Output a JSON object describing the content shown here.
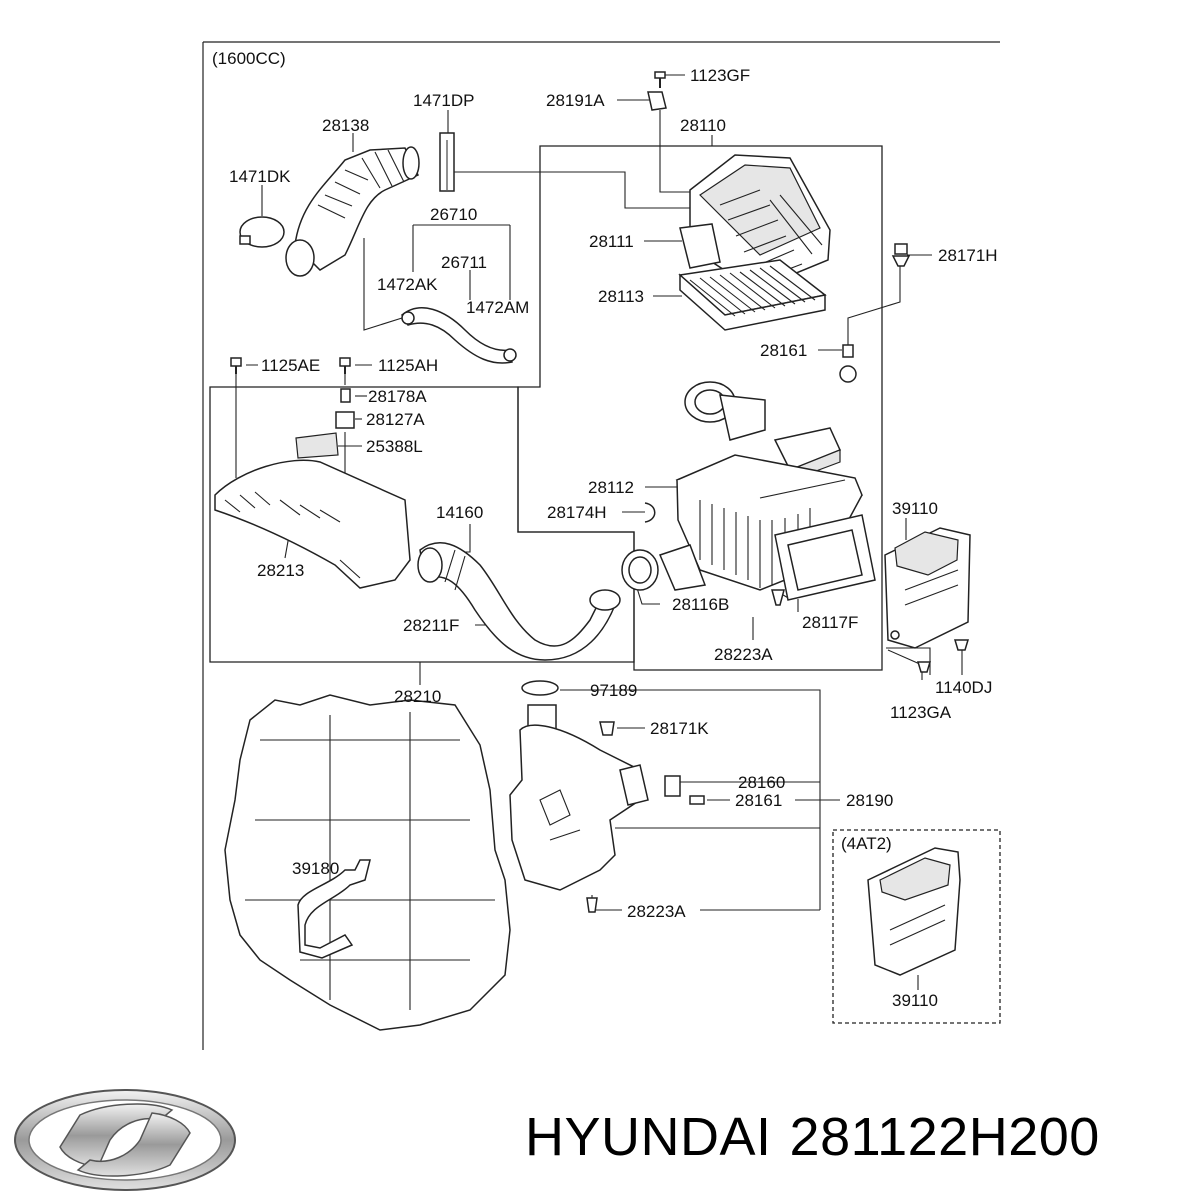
{
  "diagram": {
    "variant_label": "(1600CC)",
    "inset_label": "(4AT2)",
    "callouts": {
      "p1123GF": "1123GF",
      "p28191A": "28191A",
      "p1471DP": "1471DP",
      "p28138": "28138",
      "p28110": "28110",
      "p1471DK": "1471DK",
      "p26710": "26710",
      "p28111": "28111",
      "p28171H": "28171H",
      "p26711": "26711",
      "p1472AK": "1472AK",
      "p28113": "28113",
      "p1472AM": "1472AM",
      "p28161a": "28161",
      "p1125AE": "1125AE",
      "p1125AH": "1125AH",
      "p28178A": "28178A",
      "p28127A": "28127A",
      "p25388L": "25388L",
      "p28112": "28112",
      "p39110a": "39110",
      "p28174H": "28174H",
      "p14160": "14160",
      "p28213": "28213",
      "p28116B": "28116B",
      "p28211F": "28211F",
      "p28117F": "28117F",
      "p28223Aa": "28223A",
      "p28210": "28210",
      "p97189": "97189",
      "p1140DJ": "1140DJ",
      "p1123GA": "1123GA",
      "p28171K": "28171K",
      "p28160": "28160",
      "p28161b": "28161",
      "p28190": "28190",
      "p39180": "39180",
      "p28223Ab": "28223A",
      "p39110b": "39110"
    }
  },
  "footer": {
    "brand": "HYUNDAI",
    "part_number": "281122H200",
    "logo_icon": "hyundai-logo-icon"
  }
}
